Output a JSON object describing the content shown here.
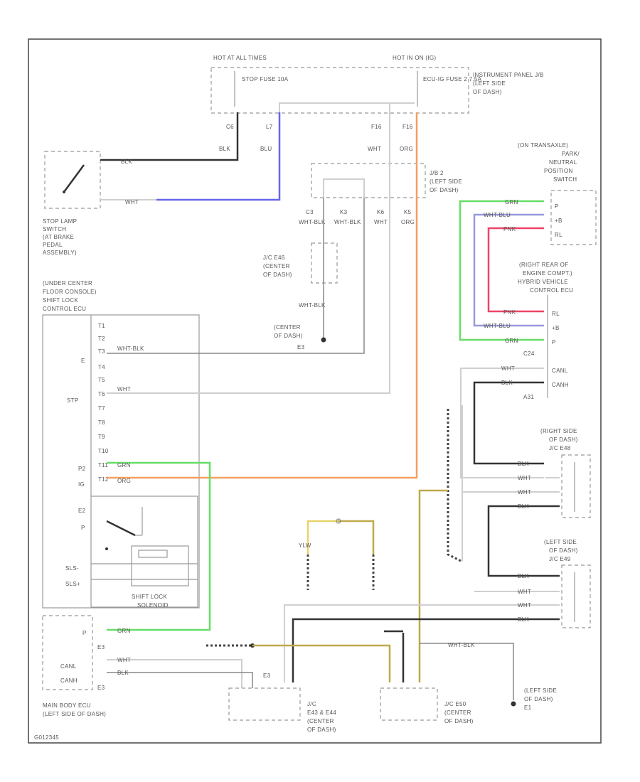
{
  "fuses": {
    "hot_at_all_times": "HOT AT ALL TIMES",
    "stop_fuse": "STOP FUSE 10A",
    "hot_in_on": "HOT IN ON (IG)",
    "ecu_ig_fuse": "ECU-IG FUSE 2 7.5A",
    "instrument_panel_jb_1": "INSTRUMENT PANEL J/B",
    "instrument_panel_jb_2": "(LEFT SIDE",
    "instrument_panel_jb_3": "OF DASH)"
  },
  "pins": {
    "c6": "C6",
    "l7": "L7",
    "f16a": "F16",
    "f16b": "F16",
    "c3": "C3",
    "k3": "K3",
    "k6": "K6",
    "k5": "K5",
    "e3a": "E3",
    "e3b": "E3",
    "e3c": "E3"
  },
  "wires": {
    "blk": "BLK",
    "wht": "WHT",
    "org": "ORG",
    "grn": "GRN",
    "wht_blk": "WHT-BLK",
    "pnk": "PNK",
    "wht_blu": "WHT-BLU",
    "ylw": "YLW",
    "blu": "BLU"
  },
  "stop_lamp": {
    "label_1": "STOP LAMP",
    "label_2": "SWITCH",
    "label_3": "(AT BRAKE",
    "label_4": "PEDAL",
    "label_5": "ASSEMBLY)"
  },
  "jb2": {
    "label_1": "J/B 2",
    "label_2": "(LEFT SIDE",
    "label_3": "OF DASH)"
  },
  "j2": {
    "label_1": "J/C E46",
    "label_2": "(CENTER",
    "label_3": "OF DASH)"
  },
  "ground_center": {
    "label_1": "(CENTER",
    "label_2": "OF DASH)",
    "label_3": "E3"
  },
  "shift_ecu": {
    "title_1": "(UNDER CENTER",
    "title_2": "FLOOR CONSOLE)",
    "title_3": "SHIFT LOCK",
    "title_4": "CONTROL ECU",
    "pin_e": "E",
    "pin_stp": "STP",
    "pin_p2": "P2",
    "pin_ig": "IG",
    "pin_e2": "E2",
    "pin_p": "P",
    "pin_slsm": "SLS-",
    "pin_slsp": "SLS+",
    "nums": [
      "T1",
      "T2",
      "T3",
      "T4",
      "T5",
      "T6",
      "T7",
      "T8",
      "T9",
      "T10",
      "T11",
      "T12"
    ],
    "solenoid_1": "SHIFT LOCK",
    "solenoid_2": "SOLENOID"
  },
  "pns": {
    "label_1": "(ON TRANSAXLE)",
    "label_2": "PARK/",
    "label_3": "NEUTRAL",
    "label_4": "POSITION",
    "label_5": "SWITCH",
    "pin_p": "P",
    "pin_ns": "+B",
    "pin_r": "RL"
  },
  "hv": {
    "label_1": "(RIGHT REAR OF",
    "label_2": "ENGINE COMPT.)",
    "label_3": "HYBRID VEHICLE",
    "label_4": "CONTROL ECU",
    "pin_r": "RL",
    "pin_ns": "+B",
    "pin_p": "P",
    "c24": "C24",
    "canl": "CANL",
    "canh": "CANH",
    "a31": "A31"
  },
  "jc_right": {
    "label_1": "(RIGHT SIDE",
    "label_2": "OF DASH)",
    "label_3": "J/C E48"
  },
  "jc_left": {
    "label_1": "(LEFT SIDE",
    "label_2": "OF DASH)",
    "label_3": "J/C E49"
  },
  "main_body": {
    "label_1": "MAIN BODY ECU",
    "label_2": "(LEFT SIDE OF DASH)",
    "pin_p": "P",
    "canl": "CANL",
    "canh": "CANH"
  },
  "jc_e43": {
    "label_1": "J/C",
    "label_2": "E43 & E44",
    "label_3": "(CENTER",
    "label_4": "OF DASH)"
  },
  "jc_e50": {
    "label_1": "J/C E50",
    "label_2": "(CENTER",
    "label_3": "OF DASH)"
  },
  "ground_left": {
    "label_1": "(LEFT SIDE",
    "label_2": "OF DASH)",
    "label_3": "E1"
  },
  "figure_id": "G012345"
}
